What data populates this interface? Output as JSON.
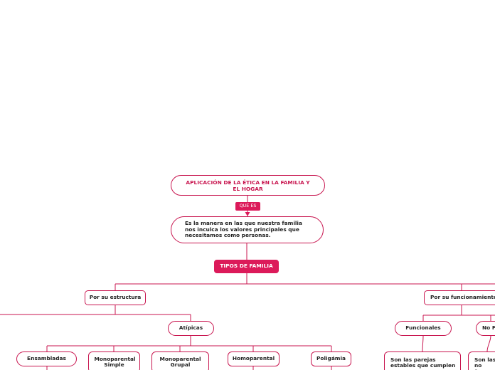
{
  "colors": {
    "accent": "#dc1a5a",
    "line": "#c8154f"
  },
  "map": {
    "title": "APLICACIÓN DE LA ÉTICA EN LA FAMILIA Y EL HOGAR",
    "relation_label": "QUE ES",
    "definition": "Es la manera en las que nuestra familia nos inculca los valores principales que necesitamos como personas.",
    "types_label": "TIPOS DE FAMILIA",
    "by_structure": "Por su estructura",
    "by_function": "Por su funcionamiento",
    "atypical": "Atípicas",
    "functional": "Funcionales",
    "non_functional": "No F",
    "atypical_children": [
      "Ensambladas",
      "Monoparental Simple",
      "Monoparental Grupal",
      "Homoparental",
      "Poligámia"
    ],
    "functional_desc": "Son las parejas estables que cumplen",
    "non_functional_desc": "Son las no form"
  }
}
